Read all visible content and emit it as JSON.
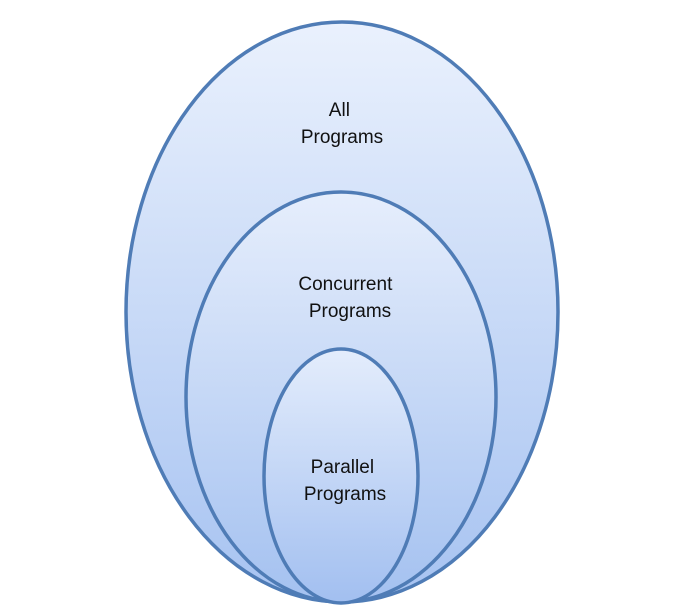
{
  "diagram": {
    "type": "nested-sets",
    "colors": {
      "outline": "#4f7cb6",
      "fill_top": "#eaf1fd",
      "fill_bottom": "#a7c3f1",
      "text": "#111111"
    },
    "sets": [
      {
        "id": "all",
        "lines": [
          "All",
          "Programs"
        ]
      },
      {
        "id": "concurrent",
        "lines": [
          "Concurrent",
          "Programs"
        ]
      },
      {
        "id": "parallel",
        "lines": [
          "Parallel",
          "Programs"
        ]
      }
    ]
  }
}
